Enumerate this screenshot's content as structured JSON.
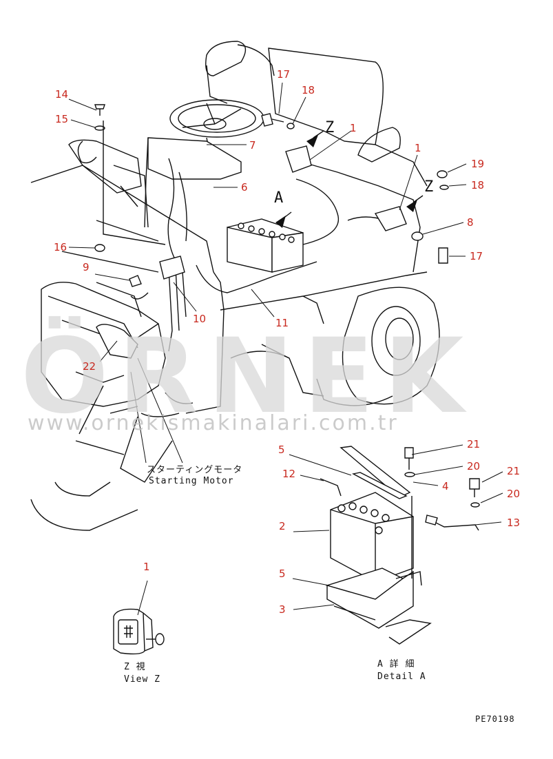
{
  "watermark": {
    "brand": "ÖRNEK",
    "url": "www.ornekismakinalari.com.tr"
  },
  "colors": {
    "callout": "#c8281e",
    "line": "#111111",
    "watermark": "#d9d9d9"
  },
  "callouts": [
    {
      "id": "c14",
      "label": "14"
    },
    {
      "id": "c15",
      "label": "15"
    },
    {
      "id": "c17a",
      "label": "17"
    },
    {
      "id": "c18a",
      "label": "18"
    },
    {
      "id": "c1a",
      "label": "1"
    },
    {
      "id": "c7",
      "label": "7"
    },
    {
      "id": "c6",
      "label": "6"
    },
    {
      "id": "c1b",
      "label": "1"
    },
    {
      "id": "c19",
      "label": "19"
    },
    {
      "id": "c18b",
      "label": "18"
    },
    {
      "id": "c8",
      "label": "8"
    },
    {
      "id": "c17b",
      "label": "17"
    },
    {
      "id": "c16",
      "label": "16"
    },
    {
      "id": "c9",
      "label": "9"
    },
    {
      "id": "c10",
      "label": "10"
    },
    {
      "id": "c11",
      "label": "11"
    },
    {
      "id": "c22",
      "label": "22"
    },
    {
      "id": "c5a",
      "label": "5"
    },
    {
      "id": "c21a",
      "label": "21"
    },
    {
      "id": "c20a",
      "label": "20"
    },
    {
      "id": "c12",
      "label": "12"
    },
    {
      "id": "c4",
      "label": "4"
    },
    {
      "id": "c21b",
      "label": "21"
    },
    {
      "id": "c20b",
      "label": "20"
    },
    {
      "id": "c2",
      "label": "2"
    },
    {
      "id": "c13",
      "label": "13"
    },
    {
      "id": "c5b",
      "label": "5"
    },
    {
      "id": "c3",
      "label": "3"
    },
    {
      "id": "c1c",
      "label": "1"
    }
  ],
  "view_letters": {
    "z1": "Z",
    "z2": "Z",
    "a": "A"
  },
  "labels": {
    "starting_motor_jp": "スターティングモータ",
    "starting_motor_en": "Starting Motor",
    "view_z_jp": "Z 視",
    "view_z_en": "View Z",
    "detail_a_jp": "A 詳 細",
    "detail_a_en": "Detail A",
    "drawing_no": "PE70198"
  }
}
